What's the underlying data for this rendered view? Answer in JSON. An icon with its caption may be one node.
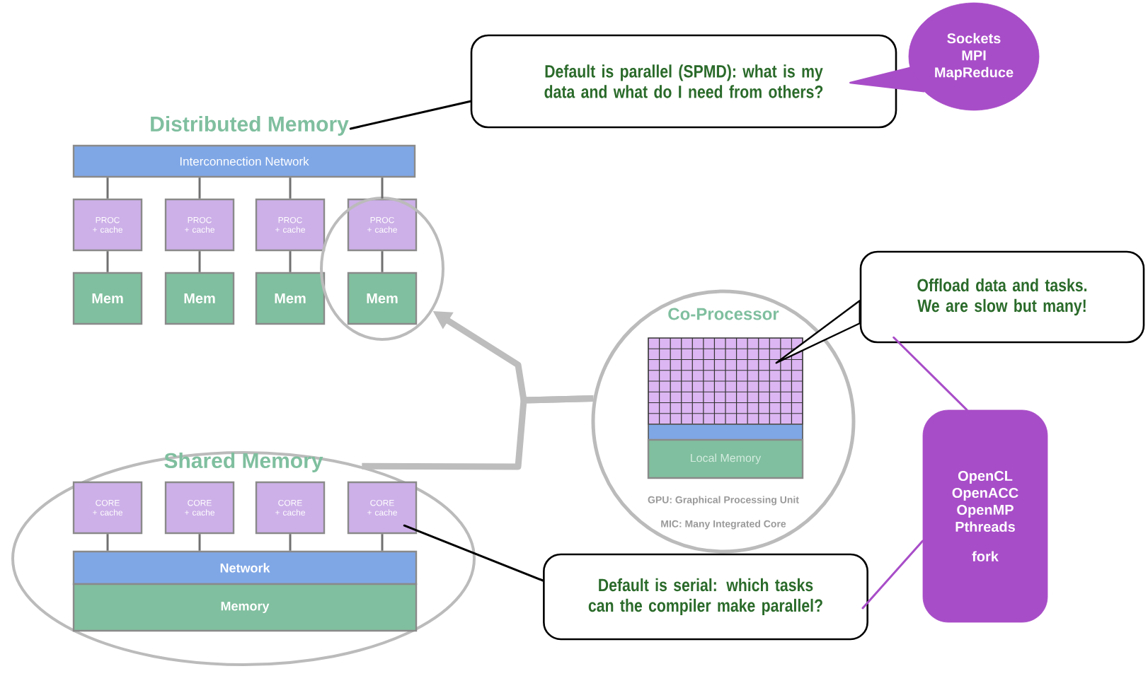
{
  "diagram": {
    "nodes": [
      {
        "text": [
          "Distributed Memory"
        ]
      },
      {
        "text": [
          "Interconnection Network"
        ]
      },
      {
        "text": [
          "PROC + cache"
        ]
      },
      {
        "text": [
          "PROC + cache"
        ]
      },
      {
        "text": [
          "PROC + cache"
        ]
      },
      {
        "text": [
          "PROC + cache"
        ],
        "in": 10
      },
      {
        "text": [
          "Mem"
        ]
      },
      {
        "text": [
          "Mem"
        ]
      },
      {
        "text": [
          "Mem"
        ]
      },
      {
        "text": [
          "Mem"
        ],
        "in": 10
      },
      {
        "text": [],
        "shape": "ellipse"
      },
      {
        "text": [
          "Shared Memory"
        ]
      },
      {
        "text": [
          "CORE + cache"
        ],
        "in": 11
      },
      {
        "text": [
          "CORE + cache"
        ],
        "in": 11
      },
      {
        "text": [
          "CORE + cache"
        ],
        "in": 11
      },
      {
        "text": [
          "CORE + cache"
        ],
        "in": 11
      },
      {
        "text": [
          "Network"
        ],
        "in": 11
      },
      {
        "text": [
          "Memory"
        ],
        "in": 11
      },
      {
        "text": [
          "Co-Processor",
          "GPU: Graphical Processing Unit",
          "MIC: Many Integrated Core"
        ]
      },
      {
        "text": [],
        "shape": "box",
        "in": 18
      },
      {
        "text": [
          "Local Memory"
        ],
        "in": 18
      },
      {
        "text": [
          "Default is parallel (SPMD): what is my data and what do I need from others?"
        ]
      },
      {
        "text": [
          "Sockets",
          "MPI",
          "MapReduce"
        ]
      },
      {
        "text": [
          "Offload data and tasks. We are slow but many!"
        ]
      },
      {
        "text": [
          "OpenCL",
          "OpenACC",
          "OpenMP",
          "Pthreads",
          "fork"
        ]
      },
      {
        "text": [
          "Default is serial: which tasks can the compiler make parallel?"
        ]
      }
    ],
    "edges": [
      {
        "from": 1,
        "to": 2,
        "arrow": "none"
      },
      {
        "from": 1,
        "to": 3,
        "arrow": "none"
      },
      {
        "from": 1,
        "to": 4,
        "arrow": "none"
      },
      {
        "from": 1,
        "to": 5,
        "arrow": "none"
      },
      {
        "from": 2,
        "to": 6,
        "arrow": "none"
      },
      {
        "from": 3,
        "to": 7,
        "arrow": "none"
      },
      {
        "from": 4,
        "to": 8,
        "arrow": "none"
      },
      {
        "from": 5,
        "to": 9,
        "arrow": "none"
      },
      {
        "from": 12,
        "to": 16,
        "arrow": "none"
      },
      {
        "from": 13,
        "to": 16,
        "arrow": "none"
      },
      {
        "from": 14,
        "to": 16,
        "arrow": "none"
      },
      {
        "from": 15,
        "to": 16,
        "arrow": "none"
      },
      {
        "from": 18,
        "to": 10,
        "arrow": "to",
        "style": "thick",
        "color": "#bdbdbd"
      },
      {
        "from": 18,
        "to": 11,
        "arrow": "none",
        "style": "thick",
        "color": "#bdbdbd"
      },
      {
        "from": 21,
        "to": 0,
        "arrow": "none",
        "color": "#000000"
      },
      {
        "from": 22,
        "to": 21,
        "arrow": "none",
        "color": "#a84dc8"
      },
      {
        "from": 23,
        "to": 19,
        "arrow": "none",
        "color": "#000000"
      },
      {
        "from": 24,
        "to": 23,
        "arrow": "none",
        "color": "#a84dc8"
      },
      {
        "from": 24,
        "to": 25,
        "arrow": "none",
        "color": "#a84dc8"
      },
      {
        "from": 25,
        "to": 15,
        "arrow": "none",
        "color": "#000000"
      }
    ]
  }
}
